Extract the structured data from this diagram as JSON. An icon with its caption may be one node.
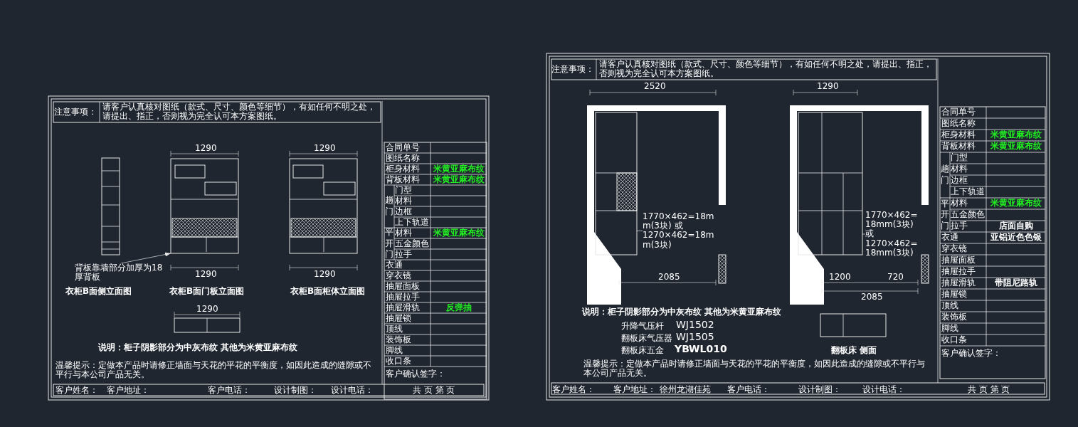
{
  "diagram": {
    "nodes": [
      {
        "text": [
          "背板靠墙部分加厚为18厚背板"
        ]
      },
      {
        "text": [
          "1770×462=18mm(3块) 或 1270×462=18mm(3块)"
        ]
      },
      {
        "text": [
          "1770×462=18mm(3块) 或 1270×462=18mm(3块)"
        ]
      },
      {
        "text": [],
        "shape": "picture"
      },
      {
        "text": [],
        "shape": "picture"
      },
      {
        "text": [],
        "shape": "picture"
      }
    ],
    "edges": [
      {
        "from": 0,
        "to": 3,
        "arrow": "to"
      },
      {
        "from": 1,
        "to": 4,
        "arrow": "none"
      },
      {
        "from": 2,
        "to": 5,
        "arrow": "none"
      }
    ],
    "labels": [
      "注意事项：",
      "请客户认真核对图纸（款式、尺寸、颜色等细节），有如任何不明之处，请提出、指正，否则视为完全认可本方案图纸。",
      "衣柜B面侧立面图",
      "衣柜B面门板立面图",
      "衣柜B面柜体立面图",
      "1290",
      "说明：柜子阴影部分为中灰布纹 其他为米黄亚麻布纹",
      "温馨提示：定做本产品时请修正墙面与天花的平花的平衡度，如因此造成的缝隙或不平行与本公司产品无关。",
      "客户姓名：",
      "客户地址：",
      "客户电话：",
      "设计制图：",
      "设计电话：",
      "共 页 第 页",
      "1290",
      "1290",
      "1290",
      "1290",
      "合同单号",
      "图纸名称",
      "柜身材料",
      "米黄亚麻布纹",
      "背板材料",
      "米黄亚麻布纹",
      "趟门",
      "门型",
      "材料",
      "边框",
      "上下轨道",
      "平开门",
      "材料",
      "米黄亚麻布纹",
      "五金颜色",
      "拉手",
      "衣通",
      "穿衣镜",
      "抽屉面板",
      "抽屉拉手",
      "抽屉滑轨",
      "反弹抽",
      "抽屉锁",
      "顶线",
      "装饰板",
      "脚线",
      "收口条",
      "客户确认签字：",
      "注意事项：",
      "请客户认真核对图纸（款式、尺寸、颜色等细节），有如任何不明之处，请提出、指正，否则视为完全认可本方案图纸。",
      "2520",
      "1290",
      "2085",
      "1200",
      "720",
      "2085",
      "说明：柜子阴影部分为中灰布纹 其他为米黄亚麻布纹",
      "升降气压杆",
      "WJ1502",
      "翻板床气压器",
      "WJ1505",
      "翻板床五金",
      "YBWL010",
      "翻板床 侧面",
      "温馨提示：定做本产品时请修正墙面与天花的平花的平衡度，如因此造成的缝隙或不平行与本公司产品无关。",
      "客户姓名：",
      "客户地址：",
      "徐州龙湖佳苑",
      "客户电话：",
      "设计制图：",
      "设计电话：",
      "共 页 第 页",
      "合同单号",
      "图纸名称",
      "柜身材料",
      "米黄亚麻布纹",
      "背板材料",
      "米黄亚麻布纹",
      "趟门",
      "门型",
      "材料",
      "边框",
      "上下轨道",
      "平开门",
      "材料",
      "米黄亚麻布纹",
      "五金颜色",
      "拉手",
      "店面自购",
      "衣通",
      "亚铝近色色银",
      "穿衣镜",
      "抽屉面板",
      "抽屉拉手",
      "抽屉滑轨",
      "带阻尼路轨",
      "抽屉锁",
      "顶线",
      "装饰板",
      "脚线",
      "收口条",
      "客户确认签字："
    ]
  }
}
